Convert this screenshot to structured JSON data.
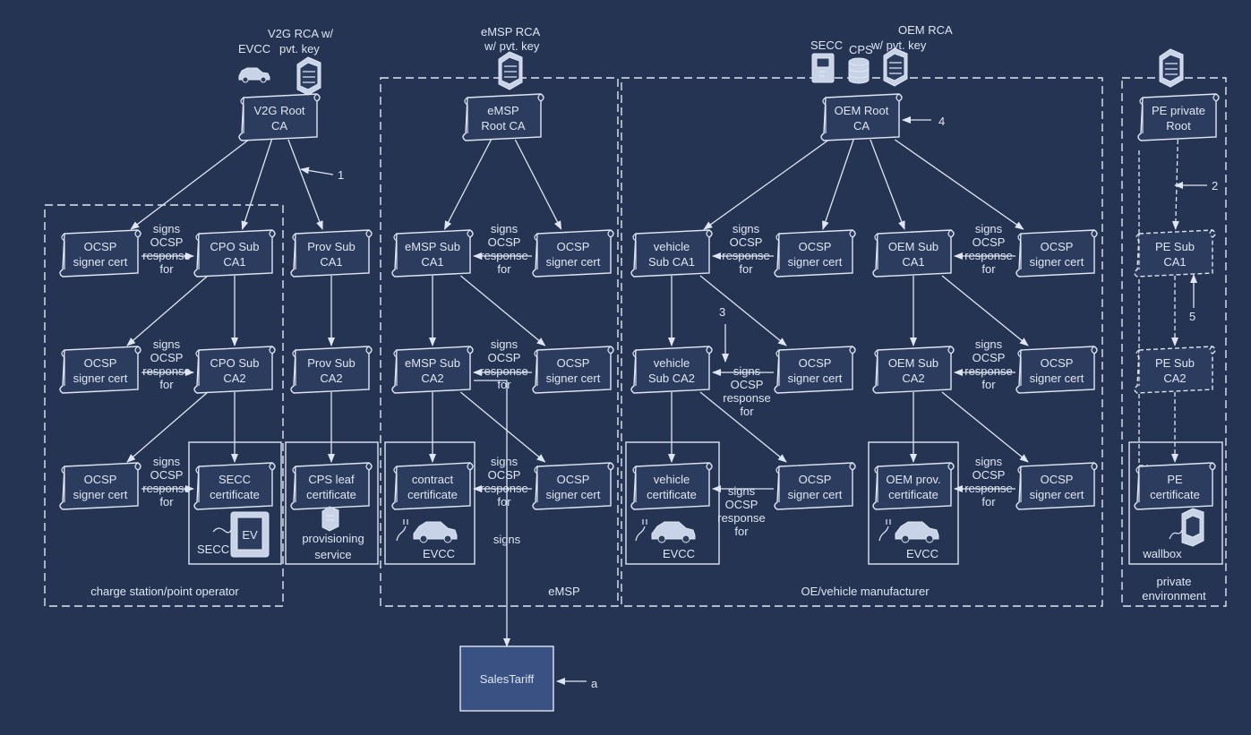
{
  "colors": {
    "background": "#263454",
    "line": "#dfe6f2",
    "scroll_fill": "#2c3c5e",
    "tariff_fill": "#3a5283"
  },
  "nodes": [
    {
      "id": "v2g-root",
      "lines": [
        "V2G Root",
        "CA"
      ]
    },
    {
      "id": "emsp-root",
      "lines": [
        "eMSP",
        "Root CA"
      ]
    },
    {
      "id": "oem-root",
      "lines": [
        "OEM Root",
        "CA"
      ]
    },
    {
      "id": "pe-root",
      "lines": [
        "PE private",
        "Root"
      ]
    },
    {
      "id": "cpo-ocsp1",
      "lines": [
        "OCSP",
        "signer cert"
      ]
    },
    {
      "id": "cpo-sub1",
      "lines": [
        "CPO Sub",
        "CA1"
      ]
    },
    {
      "id": "prov-sub1",
      "lines": [
        "Prov Sub",
        "CA1"
      ]
    },
    {
      "id": "emsp-sub1",
      "lines": [
        "eMSP Sub",
        "CA1"
      ]
    },
    {
      "id": "emsp-ocsp1",
      "lines": [
        "OCSP",
        "signer cert"
      ]
    },
    {
      "id": "veh-sub1",
      "lines": [
        "vehicle",
        "Sub CA1"
      ]
    },
    {
      "id": "veh-ocsp1",
      "lines": [
        "OCSP",
        "signer cert"
      ]
    },
    {
      "id": "oem-sub1",
      "lines": [
        "OEM Sub",
        "CA1"
      ]
    },
    {
      "id": "oem-ocsp1",
      "lines": [
        "OCSP",
        "signer cert"
      ]
    },
    {
      "id": "pe-sub1",
      "lines": [
        "PE Sub",
        "CA1"
      ]
    },
    {
      "id": "cpo-ocsp2",
      "lines": [
        "OCSP",
        "signer cert"
      ]
    },
    {
      "id": "cpo-sub2",
      "lines": [
        "CPO Sub",
        "CA2"
      ]
    },
    {
      "id": "prov-sub2",
      "lines": [
        "Prov Sub",
        "CA2"
      ]
    },
    {
      "id": "emsp-sub2",
      "lines": [
        "eMSP Sub",
        "CA2"
      ]
    },
    {
      "id": "emsp-ocsp2",
      "lines": [
        "OCSP",
        "signer cert"
      ]
    },
    {
      "id": "veh-sub2",
      "lines": [
        "vehicle",
        "Sub CA2"
      ]
    },
    {
      "id": "veh-ocsp2",
      "lines": [
        "OCSP",
        "signer cert"
      ]
    },
    {
      "id": "oem-sub2",
      "lines": [
        "OEM Sub",
        "CA2"
      ]
    },
    {
      "id": "oem-ocsp2",
      "lines": [
        "OCSP",
        "signer cert"
      ]
    },
    {
      "id": "pe-sub2",
      "lines": [
        "PE Sub",
        "CA2"
      ]
    },
    {
      "id": "cpo-ocsp3",
      "lines": [
        "OCSP",
        "signer cert"
      ]
    },
    {
      "id": "secc-cert",
      "lines": [
        "SECC",
        "certificate"
      ]
    },
    {
      "id": "cps-leaf",
      "lines": [
        "CPS leaf",
        "certificate"
      ]
    },
    {
      "id": "contract-cert",
      "lines": [
        "contract",
        "certificate"
      ]
    },
    {
      "id": "emsp-ocsp3",
      "lines": [
        "OCSP",
        "signer cert"
      ]
    },
    {
      "id": "vehicle-cert",
      "lines": [
        "vehicle",
        "certificate"
      ]
    },
    {
      "id": "veh-ocsp3",
      "lines": [
        "OCSP",
        "signer cert"
      ]
    },
    {
      "id": "oem-prov-cert",
      "lines": [
        "OEM prov.",
        "certificate"
      ]
    },
    {
      "id": "oem-ocsp3",
      "lines": [
        "OCSP",
        "signer cert"
      ]
    },
    {
      "id": "pe-cert",
      "lines": [
        "PE",
        "certificate"
      ]
    }
  ],
  "signs_label": [
    "signs",
    "OCSP",
    "response",
    "for"
  ],
  "signs_single": "signs",
  "regions": {
    "cpo": "charge station/point operator",
    "emsp": "eMSP",
    "oem": "OE/vehicle manufacturer",
    "private": [
      "private",
      "environment"
    ]
  },
  "top_labels": {
    "v2g": [
      "V2G RCA w/",
      "pvt. key"
    ],
    "evcc": "EVCC",
    "emsp": [
      "eMSP  RCA",
      "w/ pvt. key"
    ],
    "oem": [
      "OEM  RCA",
      "w/ pvt. key"
    ],
    "secc": "SECC",
    "cps": "CPS"
  },
  "box_labels": {
    "secc": "SECC",
    "provisioning": [
      "provisioning",
      "service"
    ],
    "evcc": "EVCC",
    "wallbox": "wallbox"
  },
  "callouts": {
    "c1": "1",
    "c2": "2",
    "c3": "3",
    "c4": "4",
    "c5": "5",
    "ca": "a"
  },
  "sales_tariff": "SalesTariff"
}
